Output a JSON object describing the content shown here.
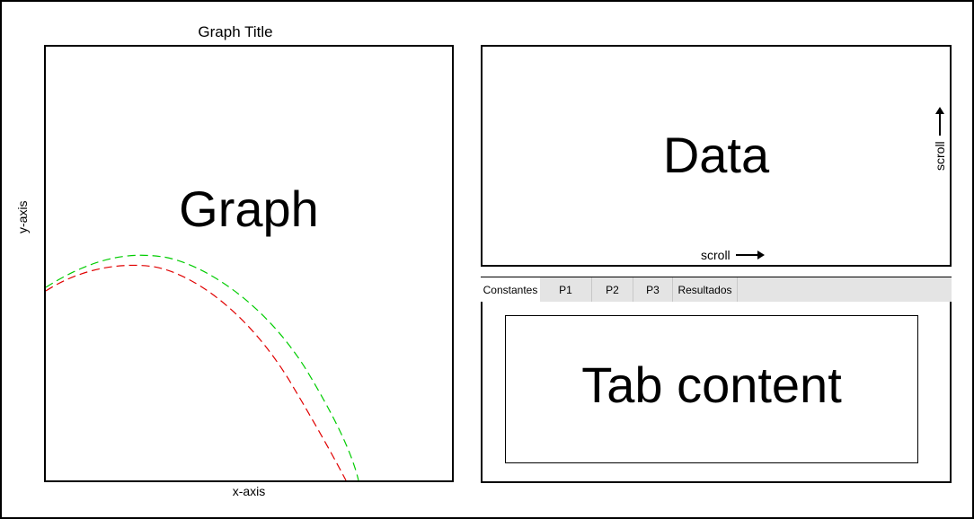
{
  "graph": {
    "title": "Graph Title",
    "placeholder": "Graph",
    "y_axis_label": "y-axis",
    "x_axis_label": "x-axis",
    "curve_colors": [
      "#00cc00",
      "#e00000"
    ]
  },
  "data_panel": {
    "placeholder": "Data",
    "scroll_horizontal_label": "scroll",
    "scroll_vertical_label": "scroll"
  },
  "tabs": {
    "items": [
      {
        "label": "Constantes",
        "active": true
      },
      {
        "label": "P1",
        "active": false
      },
      {
        "label": "P2",
        "active": false
      },
      {
        "label": "P3",
        "active": false
      },
      {
        "label": "Resultados",
        "active": false
      }
    ],
    "content_placeholder": "Tab content"
  }
}
